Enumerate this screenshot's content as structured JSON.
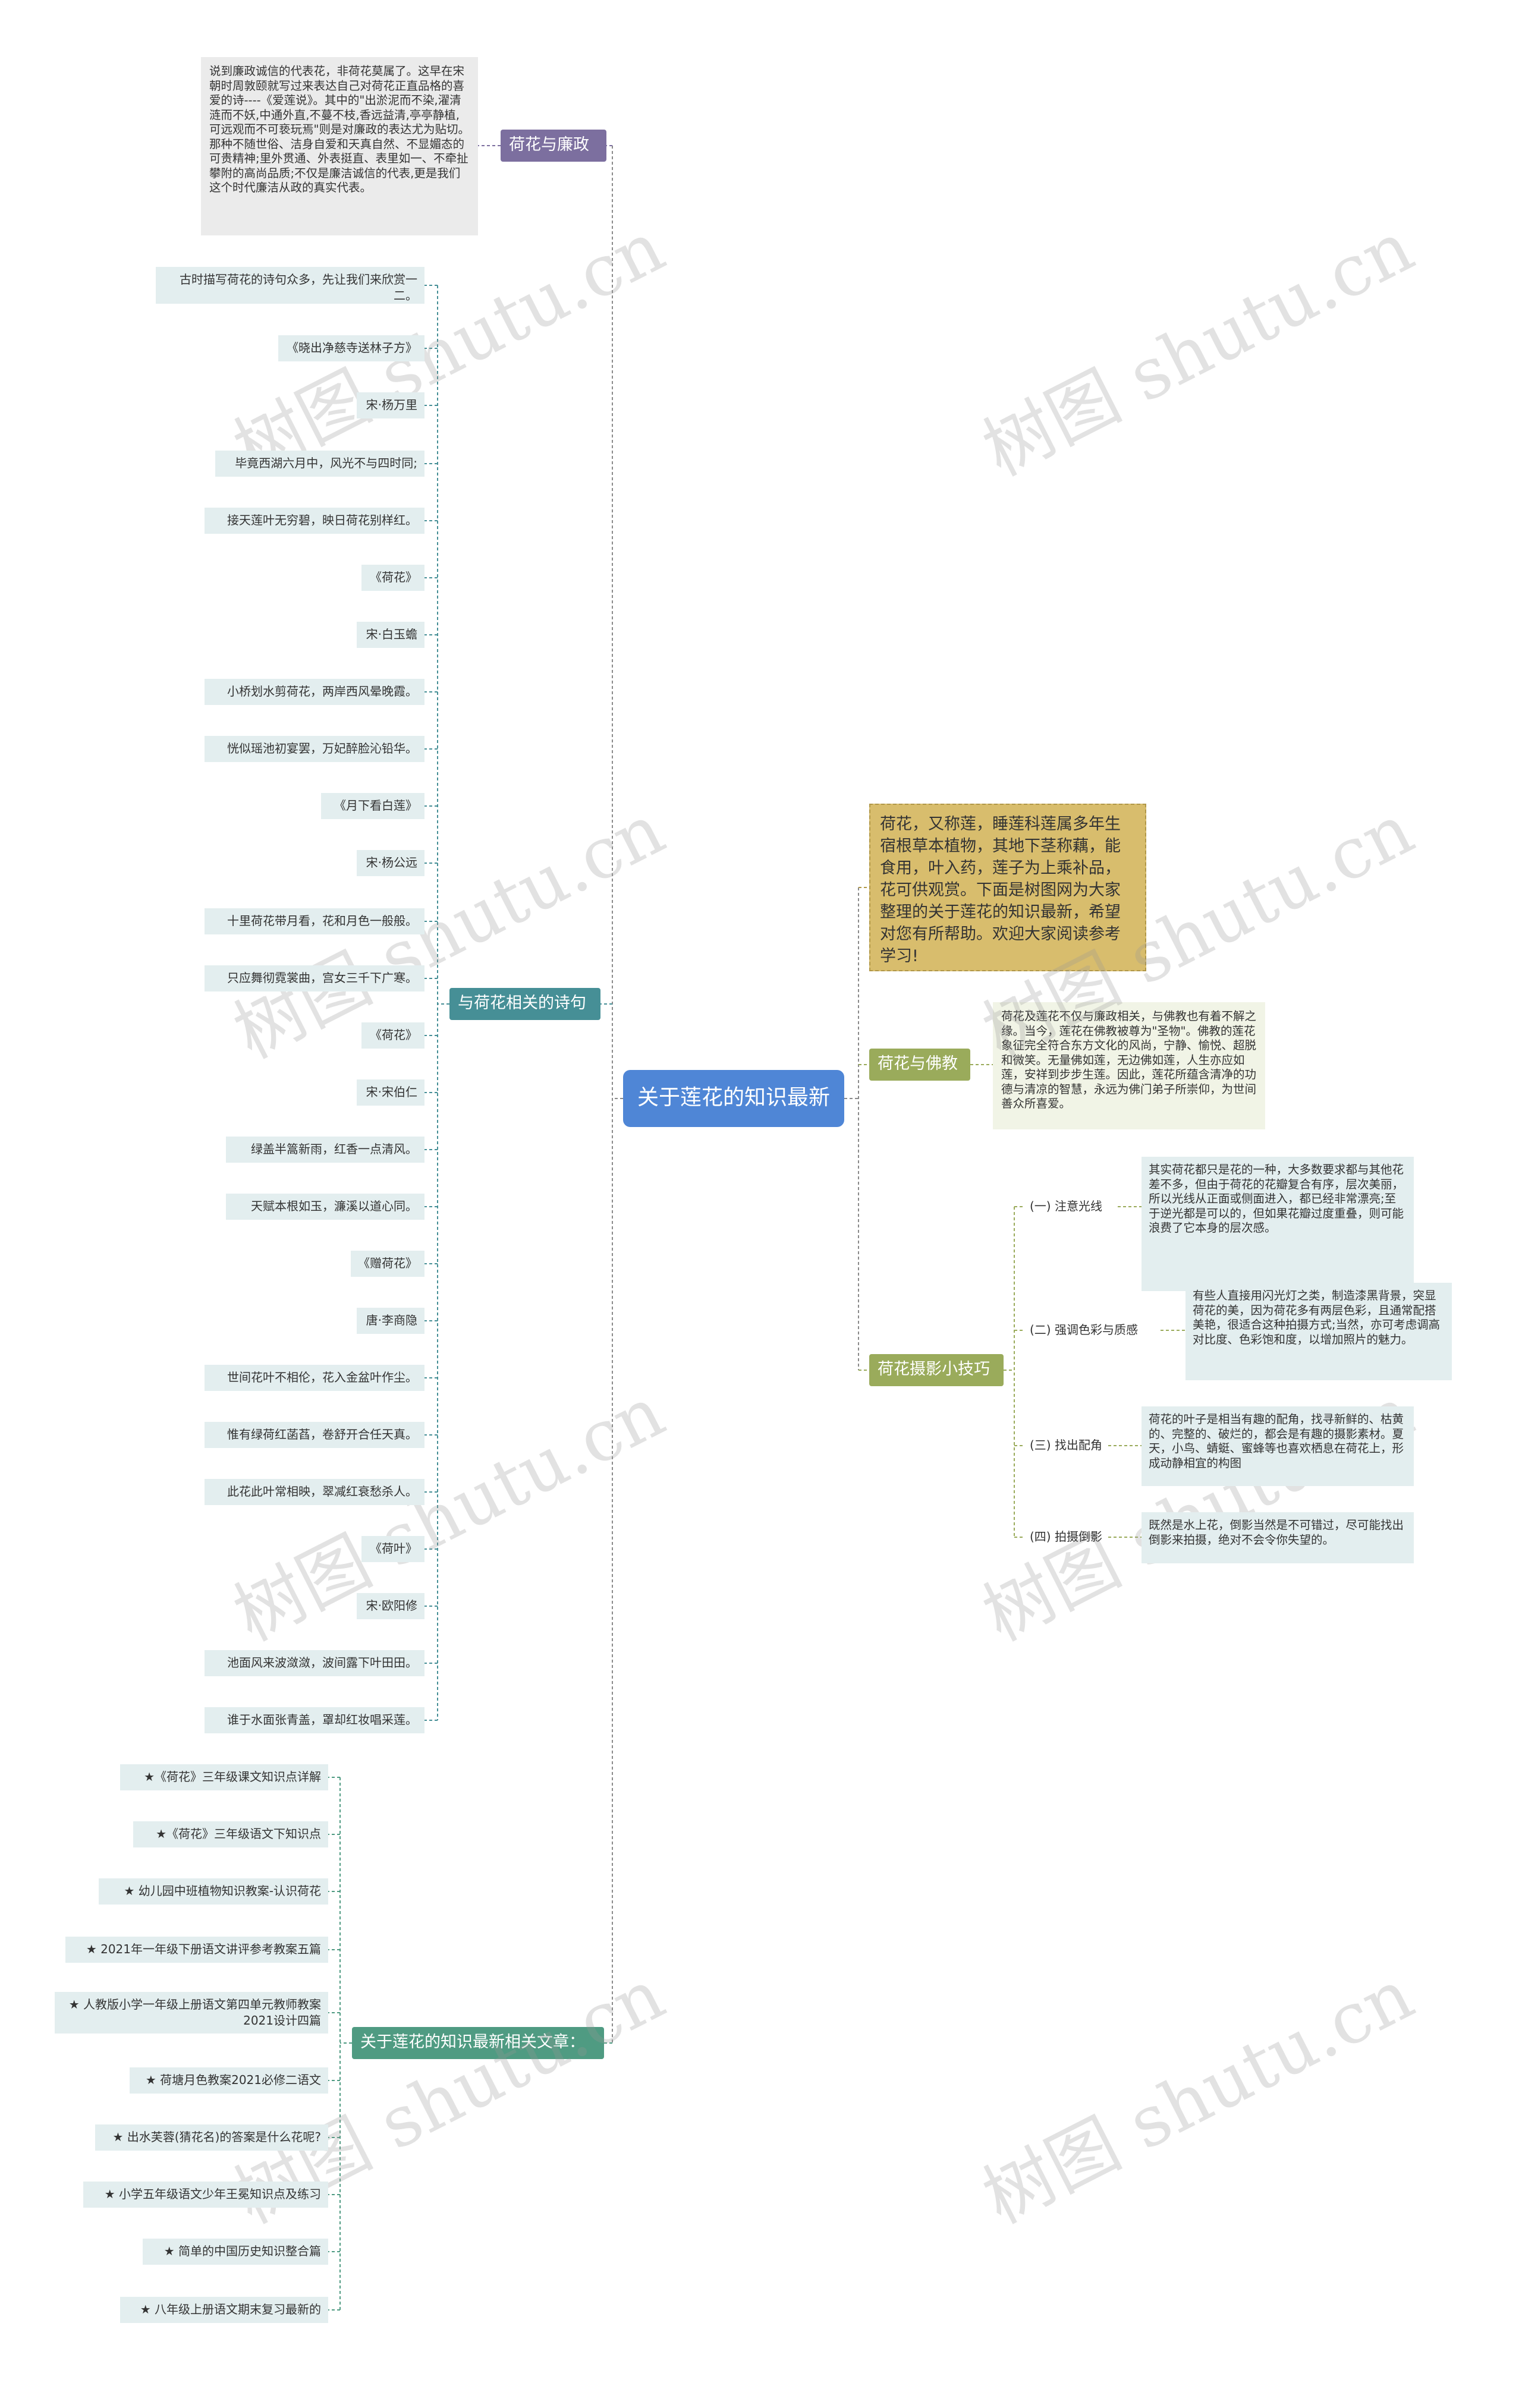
{
  "root": {
    "label": "关于莲花的知识最新",
    "color": "#4f86d6"
  },
  "intro": "荷花，又称莲，睡莲科莲属多年生宿根草本植物，其地下茎称藕，能食用，叶入药，莲子为上乘补品，花可供观赏。下面是树图网为大家整理的关于莲花的知识最新，希望对您有所帮助。欢迎大家阅读参考学习!",
  "branches": {
    "lianzheng": {
      "label": "荷花与廉政",
      "note": "说到廉政诚信的代表花，非荷花莫属了。这早在宋朝时周敦颐就写过来表达自己对荷花正直品格的喜爱的诗----《爱莲说》。其中的\"出淤泥而不染,濯清涟而不妖,中通外直,不蔓不枝,香远益清,亭亭静植,可远观而不可亵玩焉\"则是对廉政的表达尤为贴切。那种不随世俗、洁身自爱和天真自然、不显媚态的可贵精神;里外贯通、外表挺直、表里如一、不牵扯攀附的高尚品质;不仅是廉洁诚信的代表,更是我们这个时代廉洁从政的真实代表。"
    },
    "poems": {
      "label": "与荷花相关的诗句",
      "items": [
        "古时描写荷花的诗句众多，先让我们来欣赏一二。",
        "《晓出净慈寺送林子方》",
        "宋·杨万里",
        "毕竟西湖六月中，风光不与四时同;",
        "接天莲叶无穷碧，映日荷花别样红。",
        "《荷花》",
        "宋·白玉蟾",
        "小桥划水剪荷花，两岸西风晕晚霞。",
        "恍似瑶池初宴罢，万妃醉脸沁铅华。",
        "《月下看白莲》",
        "宋·杨公远",
        "十里荷花带月看，花和月色一般般。",
        "只应舞彻霓裳曲，宫女三千下广寒。",
        "《荷花》",
        "宋·宋伯仁",
        "绿盖半篙新雨，红香一点清风。",
        "天赋本根如玉，濂溪以道心同。",
        "《赠荷花》",
        "唐·李商隐",
        "世间花叶不相伦，花入金盆叶作尘。",
        "惟有绿荷红菡萏，卷舒开合任天真。",
        "此花此叶常相映，翠减红衰愁杀人。",
        "《荷叶》",
        "宋·欧阳修",
        "池面风来波潋潋，波间露下叶田田。",
        "谁于水面张青盖，罩却红妆唱采莲。"
      ]
    },
    "articles": {
      "label": "关于莲花的知识最新相关文章：",
      "items": [
        "★《荷花》三年级课文知识点详解",
        "★《荷花》三年级语文下知识点",
        "★ 幼儿园中班植物知识教案-认识荷花",
        "★ 2021年一年级下册语文讲评参考教案五篇",
        "★ 人教版小学一年级上册语文第四单元教师教案2021设计四篇",
        "★ 荷塘月色教案2021必修二语文",
        "★ 出水芙蓉(猜花名)的答案是什么花呢?",
        "★ 小学五年级语文少年王冕知识点及练习",
        "★ 简单的中国历史知识整合篇",
        "★ 八年级上册语文期末复习最新的"
      ]
    },
    "buddhism": {
      "label": "荷花与佛教",
      "note": "荷花及莲花不仅与廉政相关，与佛教也有着不解之缘。当今，莲花在佛教被尊为\"圣物\"。佛教的莲花象征完全符合东方文化的风尚，宁静、愉悦、超脱和微笑。无量佛如莲，无边佛如莲，人生亦应如莲，安祥到步步生莲。因此，莲花所蕴含清净的功德与清凉的智慧，永远为佛门弟子所崇仰，为世间善众所喜爱。"
    },
    "photo": {
      "label": "荷花摄影小技巧",
      "items": [
        {
          "label": "(一) 注意光线",
          "note": "其实荷花都只是花的一种，大多数要求都与其他花差不多，但由于荷花的花瓣复合有序，层次美丽，所以光线从正面或侧面进入，都已经非常漂亮;至于逆光都是可以的，但如果花瓣过度重叠，则可能浪费了它本身的层次感。"
        },
        {
          "label": "(二) 强调色彩与质感",
          "note": "有些人直接用闪光灯之类，制造漆黑背景，突显荷花的美，因为荷花多有两层色彩，且通常配搭美艳，很适合这种拍摄方式;当然，亦可考虑调高对比度、色彩饱和度，以增加照片的魅力。"
        },
        {
          "label": "(三) 找出配角",
          "note": "荷花的叶子是相当有趣的配角，找寻新鲜的、枯黄的、完整的、破烂的，都会是有趣的摄影素材。夏天，小鸟、蜻蜓、蜜蜂等也喜欢栖息在荷花上，形成动静相宜的构图"
        },
        {
          "label": "(四) 拍摄倒影",
          "note": "既然是水上花，倒影当然是不可错过，尽可能找出倒影来拍摄，绝对不会令你失望的。"
        }
      ]
    }
  },
  "watermark": "树图 shutu.cn",
  "colors": {
    "lianzheng": "#7c6f9f",
    "poems": "#468f96",
    "articles": "#4f9b82",
    "buddhism": "#9aab5b",
    "photo": "#9aab5b",
    "line": "#8a8a8a"
  }
}
